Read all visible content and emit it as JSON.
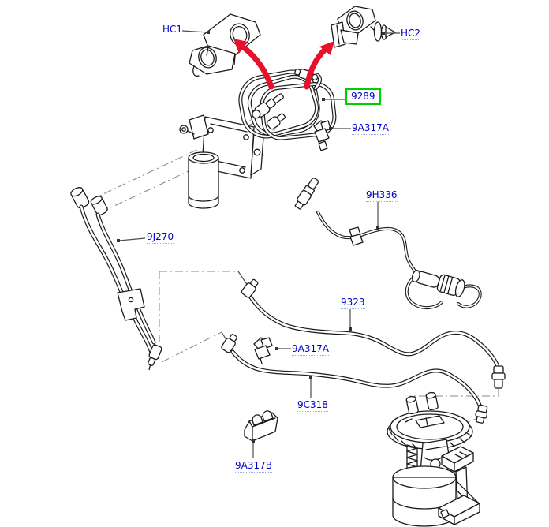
{
  "diagram": {
    "type": "exploded-parts-diagram",
    "labels": [
      {
        "id": "hc1",
        "text": "HC1",
        "highlighted": false
      },
      {
        "id": "hc2",
        "text": "HC2",
        "highlighted": false
      },
      {
        "id": "9289",
        "text": "9289",
        "highlighted": true
      },
      {
        "id": "9a317a-1",
        "text": "9A317A",
        "highlighted": false
      },
      {
        "id": "9j270",
        "text": "9J270",
        "highlighted": false
      },
      {
        "id": "9h336",
        "text": "9H336",
        "highlighted": false
      },
      {
        "id": "9323",
        "text": "9323",
        "highlighted": false
      },
      {
        "id": "9a317a-2",
        "text": "9A317A",
        "highlighted": false
      },
      {
        "id": "9c318",
        "text": "9C318",
        "highlighted": false
      },
      {
        "id": "9a317b",
        "text": "9A317B",
        "highlighted": false
      }
    ],
    "colors": {
      "label": "#0000cc",
      "highlight_box": "#00d000",
      "arrow": "#e8112d",
      "line_art": "#1a1a1a",
      "leader": "#4d4d4d",
      "background": "#ffffff"
    },
    "figures": [
      "pipe-clamp-hc1",
      "pipe-clamp-hc2",
      "fuel-line-coil",
      "retainer-clip",
      "fuel-filter-and-bracket",
      "fuel-supply-lines",
      "sensor-harness",
      "fuel-line-9323",
      "retainer-clip",
      "fuel-line-9c318",
      "retainer-bracket",
      "fuel-pump-module"
    ]
  }
}
